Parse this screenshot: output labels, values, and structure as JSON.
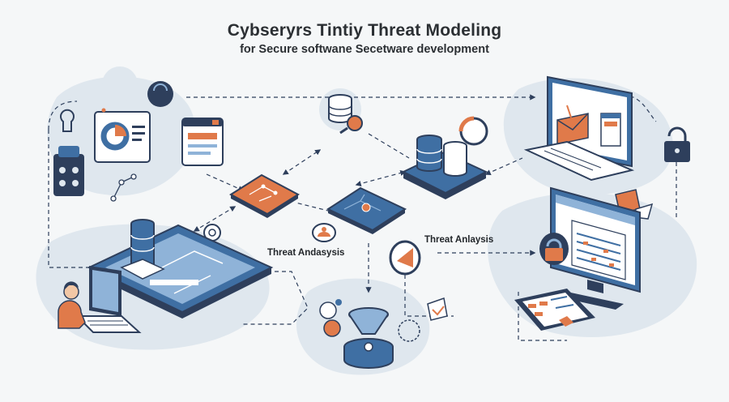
{
  "header": {
    "title": "Cybseryrs Tintiy Threat Modeling",
    "subtitle": "for Secure softwane Secetware development"
  },
  "labels": {
    "left_analysis": "Threat Andasysis",
    "right_analysis": "Threat Anlaysis"
  },
  "colors": {
    "navy": "#2e3f5c",
    "blue": "#3f6fa3",
    "blue_light": "#8fb3d8",
    "orange": "#e07a4a",
    "blob": "#dfe7ee",
    "background": "#f5f7f8"
  },
  "icons": [
    "lock-icon",
    "database-icon",
    "laptop-icon",
    "person-icon",
    "magnifier-icon",
    "monitor-icon",
    "chat-bubble-icon",
    "gear-icon",
    "shield-icon"
  ]
}
